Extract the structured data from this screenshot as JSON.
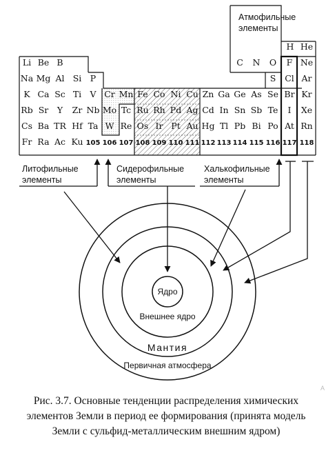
{
  "labels": {
    "atmophile": [
      "Атмофильные",
      "элементы"
    ],
    "lithophile": [
      "Литофильные",
      "элементы"
    ],
    "siderophile": [
      "Сидерофильные",
      "элементы"
    ],
    "chalcophile": [
      "Халькофильные",
      "элементы"
    ],
    "core": "Ядро",
    "outer_core": "Внешнее ядро",
    "mantle": "Мантия",
    "primary_atmosphere": "Первичная атмосфера"
  },
  "corner_mark": "A",
  "caption": [
    "Рис. 3.7. Основные тенденции распределения химических",
    "элементов Земли в период ее формирования (принята модель",
    "Земли с сульфид-металлическим внешним ядром)"
  ],
  "periodic_table": {
    "rows": [
      {
        "period": 1,
        "cells": [
          {
            "col": 18,
            "sym": "H"
          },
          {
            "col": 19,
            "sym": "He"
          }
        ]
      },
      {
        "period": 2,
        "cells": [
          {
            "col": 1,
            "sym": "Li"
          },
          {
            "col": 2,
            "sym": "Be"
          },
          {
            "col": 3,
            "sym": "B"
          },
          {
            "col": 14,
            "sym": "C"
          },
          {
            "col": 15,
            "sym": "N"
          },
          {
            "col": 16,
            "sym": "O"
          },
          {
            "col": 17,
            "sym": "F"
          },
          {
            "col": 18,
            "sym": "Ne"
          }
        ]
      },
      {
        "period": 3,
        "cells": [
          {
            "col": 1,
            "sym": "Na"
          },
          {
            "col": 2,
            "sym": "Mg"
          },
          {
            "col": 3,
            "sym": "Al"
          },
          {
            "col": 4,
            "sym": "Si"
          },
          {
            "col": 5,
            "sym": "P"
          },
          {
            "col": 16,
            "sym": "S"
          },
          {
            "col": 17,
            "sym": "Cl"
          },
          {
            "col": 18,
            "sym": "Ar"
          }
        ]
      },
      {
        "period": 4,
        "cells": [
          {
            "col": 1,
            "sym": "K"
          },
          {
            "col": 2,
            "sym": "Ca"
          },
          {
            "col": 3,
            "sym": "Sc"
          },
          {
            "col": 4,
            "sym": "Ti"
          },
          {
            "col": 5,
            "sym": "V"
          },
          {
            "col": 6,
            "sym": "Cr"
          },
          {
            "col": 7,
            "sym": "Mn"
          },
          {
            "col": 8,
            "sym": "Fe"
          },
          {
            "col": 9,
            "sym": "Co"
          },
          {
            "col": 10,
            "sym": "Ni"
          },
          {
            "col": 11,
            "sym": "Cu"
          },
          {
            "col": 12,
            "sym": "Zn"
          },
          {
            "col": 13,
            "sym": "Ga"
          },
          {
            "col": 14,
            "sym": "Ge"
          },
          {
            "col": 15,
            "sym": "As"
          },
          {
            "col": 16,
            "sym": "Se"
          },
          {
            "col": 17,
            "sym": "Br"
          },
          {
            "col": 18,
            "sym": "Kr"
          }
        ]
      },
      {
        "period": 5,
        "cells": [
          {
            "col": 1,
            "sym": "Rb"
          },
          {
            "col": 2,
            "sym": "Sr"
          },
          {
            "col": 3,
            "sym": "Y"
          },
          {
            "col": 4,
            "sym": "Zr"
          },
          {
            "col": 5,
            "sym": "Nb"
          },
          {
            "col": 6,
            "sym": "Mo"
          },
          {
            "col": 7,
            "sym": "Tc"
          },
          {
            "col": 8,
            "sym": "Ru"
          },
          {
            "col": 9,
            "sym": "Rh"
          },
          {
            "col": 10,
            "sym": "Pd"
          },
          {
            "col": 11,
            "sym": "Ag"
          },
          {
            "col": 12,
            "sym": "Cd"
          },
          {
            "col": 13,
            "sym": "In"
          },
          {
            "col": 14,
            "sym": "Sn"
          },
          {
            "col": 15,
            "sym": "Sb"
          },
          {
            "col": 16,
            "sym": "Te"
          },
          {
            "col": 17,
            "sym": "I"
          },
          {
            "col": 18,
            "sym": "Xe"
          }
        ]
      },
      {
        "period": 6,
        "cells": [
          {
            "col": 1,
            "sym": "Cs"
          },
          {
            "col": 2,
            "sym": "Ba"
          },
          {
            "col": 3,
            "sym": "TR"
          },
          {
            "col": 4,
            "sym": "Hf"
          },
          {
            "col": 5,
            "sym": "Ta"
          },
          {
            "col": 6,
            "sym": "W"
          },
          {
            "col": 7,
            "sym": "Re"
          },
          {
            "col": 8,
            "sym": "Os"
          },
          {
            "col": 9,
            "sym": "Ir"
          },
          {
            "col": 10,
            "sym": "Pt"
          },
          {
            "col": 11,
            "sym": "Au"
          },
          {
            "col": 12,
            "sym": "Hg"
          },
          {
            "col": 13,
            "sym": "Tl"
          },
          {
            "col": 14,
            "sym": "Pb"
          },
          {
            "col": 15,
            "sym": "Bi"
          },
          {
            "col": 16,
            "sym": "Po"
          },
          {
            "col": 17,
            "sym": "At"
          },
          {
            "col": 18,
            "sym": "Rn"
          }
        ]
      },
      {
        "period": 7,
        "cells": [
          {
            "col": 1,
            "sym": "Fr"
          },
          {
            "col": 2,
            "sym": "Ra"
          },
          {
            "col": 3,
            "sym": "Ac"
          },
          {
            "col": 4,
            "sym": "Ku"
          },
          {
            "col": 5,
            "sym": "105",
            "num": true
          },
          {
            "col": 6,
            "sym": "106",
            "num": true
          },
          {
            "col": 7,
            "sym": "107",
            "num": true
          },
          {
            "col": 8,
            "sym": "108",
            "num": true
          },
          {
            "col": 9,
            "sym": "109",
            "num": true
          },
          {
            "col": 10,
            "sym": "110",
            "num": true
          },
          {
            "col": 11,
            "sym": "111",
            "num": true
          },
          {
            "col": 12,
            "sym": "112",
            "num": true
          },
          {
            "col": 13,
            "sym": "113",
            "num": true
          },
          {
            "col": 14,
            "sym": "114",
            "num": true
          },
          {
            "col": 15,
            "sym": "115",
            "num": true
          },
          {
            "col": 16,
            "sym": "116",
            "num": true
          },
          {
            "col": 17,
            "sym": "117",
            "num": true
          },
          {
            "col": 18,
            "sym": "118",
            "num": true
          }
        ]
      }
    ]
  }
}
